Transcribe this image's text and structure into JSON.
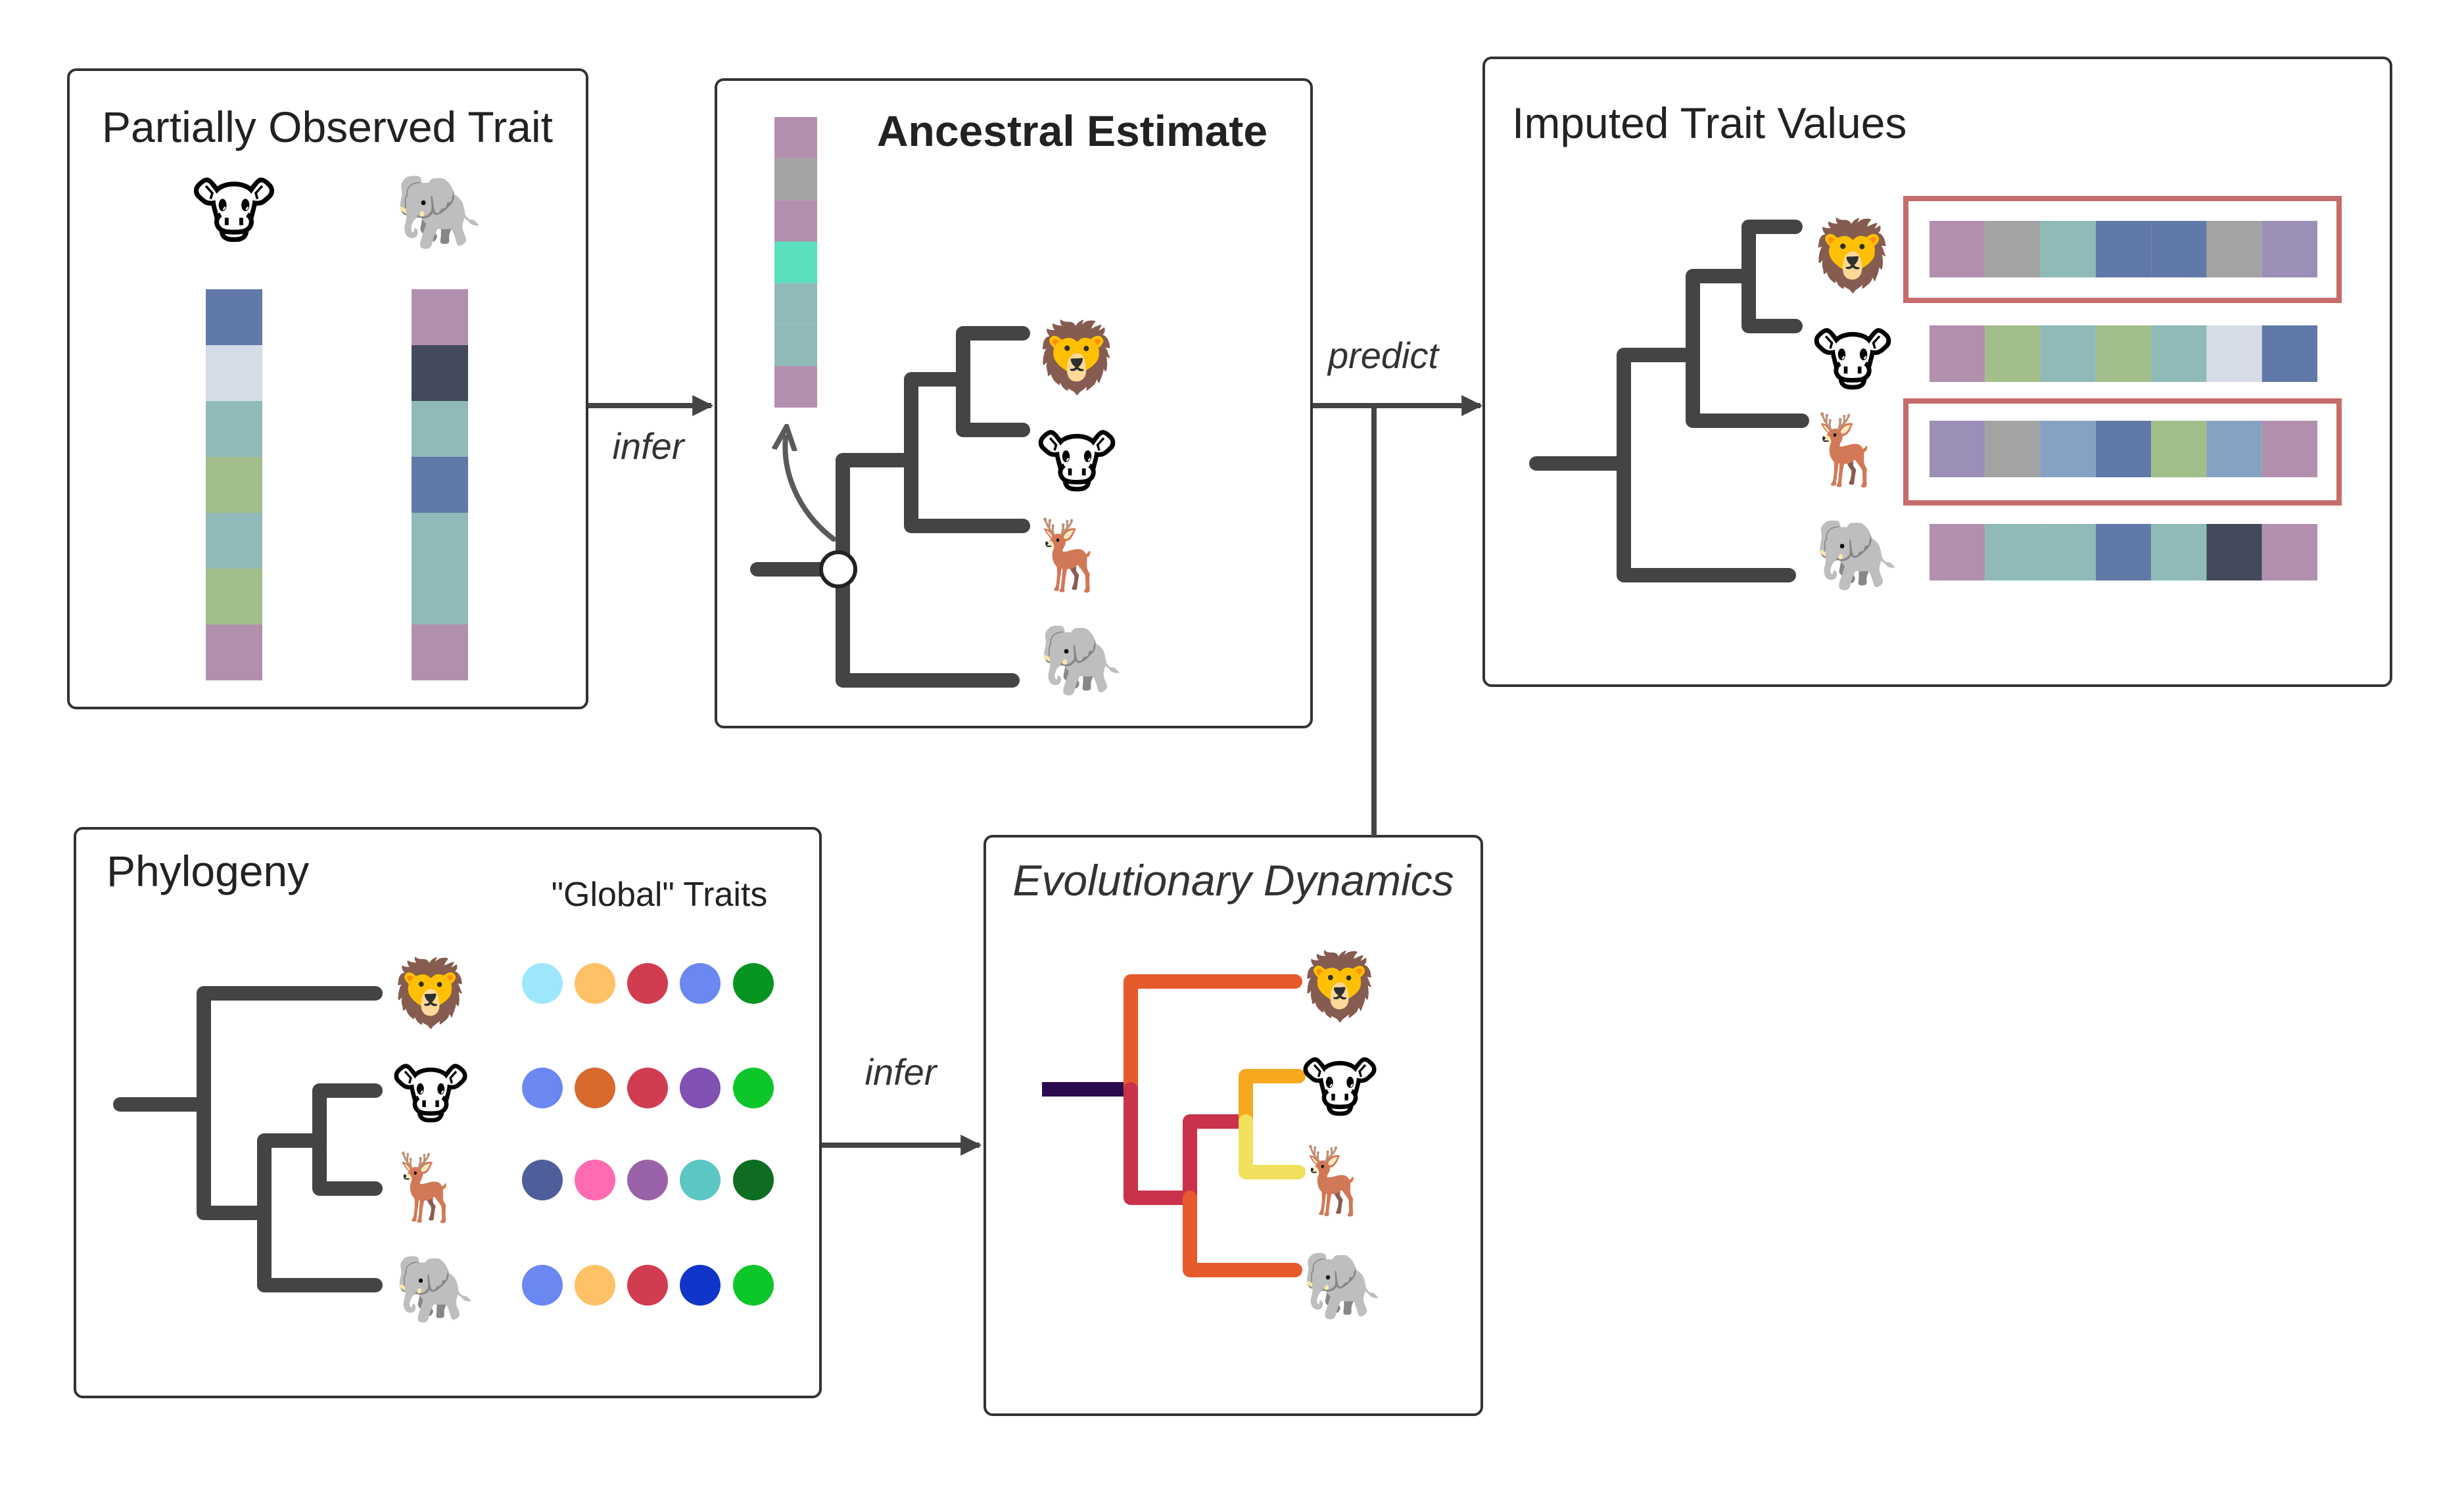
{
  "panels": {
    "partially_observed": {
      "title": "Partially Observed Trait",
      "species": [
        "🐮",
        "🐘"
      ],
      "columns": [
        [
          "#6079a8",
          "#d6dce7",
          "#8fbab8",
          "#a2be8a",
          "#8fbab8",
          "#a2be8a",
          "#b38fae"
        ],
        [
          "#b38fae",
          "#424a5c",
          "#8fbab8",
          "#6079a8",
          "#8fbab8",
          "#8fbab8",
          "#b38fae"
        ]
      ]
    },
    "ancestral": {
      "title": "Ancestral Estimate",
      "column": [
        "#b38fae",
        "#a3a3a3",
        "#b38fae",
        "#5bdfbd",
        "#8fbab8",
        "#8fbab8",
        "#b38fae"
      ],
      "species": [
        "🦁",
        "🐮",
        "🦌",
        "🐘"
      ]
    },
    "imputed": {
      "title": "Imputed Trait Values",
      "species": [
        "🦁",
        "🐮",
        "🦌",
        "🐘"
      ],
      "rows": [
        [
          "#b38fae",
          "#a3a3a3",
          "#8fbab8",
          "#6079a8",
          "#6079a8",
          "#a3a3a3",
          "#9b8fb8"
        ],
        [
          "#b38fae",
          "#a2be8a",
          "#8fbab8",
          "#a2be8a",
          "#8fbab8",
          "#d6dce7",
          "#6079a8"
        ],
        [
          "#9b8fb8",
          "#a3a3a3",
          "#85a2c3",
          "#6079a8",
          "#a2be8a",
          "#85a2c3",
          "#b38fae"
        ],
        [
          "#b38fae",
          "#8fbab8",
          "#8fbab8",
          "#6079a8",
          "#8fbab8",
          "#424a5c",
          "#b38fae"
        ]
      ],
      "highlight_color": "#c86b6b"
    },
    "phylogeny": {
      "title": "Phylogeny",
      "global_label": "\"Global\" Traits",
      "species": [
        "🦁",
        "🐮",
        "🦌",
        "🐘"
      ],
      "dots": [
        [
          "#9ee6fb",
          "#fec166",
          "#d23c50",
          "#6b87f2",
          "#079522"
        ],
        [
          "#6b87f2",
          "#d86a30",
          "#d23c50",
          "#8051b3",
          "#0dc629"
        ],
        [
          "#4f5e9a",
          "#ff6ab1",
          "#9a62a8",
          "#5bc6c2",
          "#0f6d22"
        ],
        [
          "#6b87f2",
          "#fec166",
          "#d23c50",
          "#0f35c9",
          "#0dc629"
        ]
      ]
    },
    "dynamics": {
      "title": "Evolutionary Dynamics",
      "species": [
        "🦁",
        "🐮",
        "🦌",
        "🐘"
      ],
      "branch_colors": {
        "root": "#2a0b4e",
        "upper": "#e65a2c",
        "lower": "#c9324a",
        "inner": "#c9324a",
        "leaf_lion": "#e65a2c",
        "leaf_elephant": "#e65a2c",
        "cow_deer_split": "#f6a81f",
        "leaf_cow": "#f6a81f",
        "leaf_deer": "#f1e05c"
      }
    }
  },
  "arrows": {
    "infer_top": "infer",
    "predict": "predict",
    "infer_bottom": "infer"
  }
}
